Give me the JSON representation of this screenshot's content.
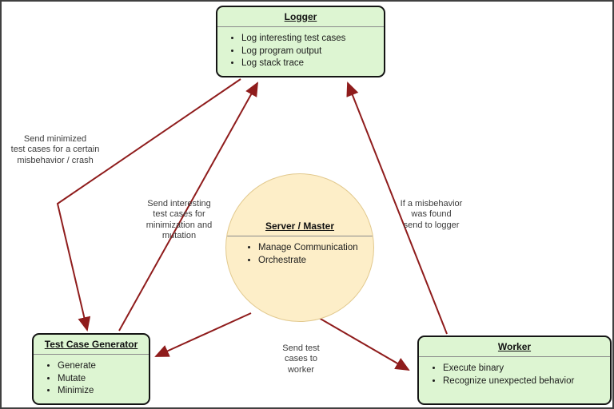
{
  "nodes": {
    "logger": {
      "title": "Logger",
      "items": [
        "Log interesting test cases",
        "Log program output",
        "Log stack trace"
      ]
    },
    "server": {
      "title": "Server / Master",
      "items": [
        "Manage Communication",
        "Orchestrate"
      ]
    },
    "generator": {
      "title": "Test Case Generator",
      "items": [
        "Generate",
        "Mutate",
        "Minimize"
      ]
    },
    "worker": {
      "title": "Worker",
      "items": [
        "Execute binary",
        "Recognize unexpected behavior"
      ]
    }
  },
  "edges": [
    {
      "from": "logger",
      "to": "generator",
      "label": "Send minimized\ntest cases for a certain\nmisbehavior / crash"
    },
    {
      "from": "generator",
      "to": "logger",
      "label": "Send interesting\ntest cases for\nminimization and\nmutation"
    },
    {
      "from": "worker",
      "to": "logger",
      "label": "If a misbehavior\nwas found\nsend to logger"
    },
    {
      "from": "server",
      "to": "generator",
      "label": ""
    },
    {
      "from": "server",
      "to": "worker",
      "label": "Send test\ncases to\nworker"
    }
  ],
  "colors": {
    "node_fill": "#ddf5d2",
    "node_border": "#141414",
    "server_fill": "#fdeec8",
    "server_border": "#e2c98e",
    "arrow": "#8f1c1c",
    "label_text": "#3c3c3c",
    "frame": "#404040",
    "background": "#ffffff"
  }
}
